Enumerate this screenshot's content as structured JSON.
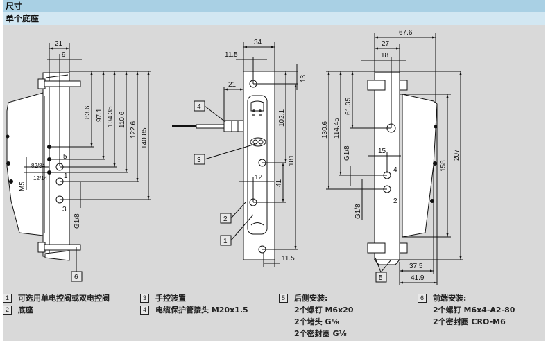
{
  "header": {
    "title": "尺寸",
    "subtitle": "单个底座"
  },
  "colors": {
    "header_primary": "#a9d0e4",
    "header_secondary": "#d2e7f2",
    "panel_background": "#d9d9d9",
    "line": "#111111",
    "part_fill": "#ffffff"
  },
  "views": {
    "side_left": {
      "dims_horizontal": [
        "21",
        "9"
      ],
      "dims_vertical": [
        "83.6",
        "97.1",
        "104.35",
        "110.6",
        "122.6",
        "140.85"
      ],
      "port_labels": [
        "5",
        "82/84",
        "12/14",
        "1",
        "3"
      ],
      "thread_labels": [
        "M5",
        "G1/8"
      ],
      "callout": "6"
    },
    "front": {
      "dims_horizontal": [
        "34",
        "11.5",
        "21",
        "12",
        "11.5"
      ],
      "dims_vertical": [
        "13",
        "102.1",
        "181",
        "41"
      ],
      "callouts": [
        "4",
        "3",
        "2",
        "1"
      ]
    },
    "side_right": {
      "dims_horizontal": [
        "67.6",
        "27",
        "18",
        "15",
        "37.5",
        "41.9"
      ],
      "dims_vertical": [
        "130.6",
        "114.45",
        "61.35",
        "158",
        "207"
      ],
      "port_labels": [
        "4",
        "2"
      ],
      "thread_labels": [
        "G1/8",
        "G1/8"
      ],
      "callout": "5"
    }
  },
  "legend": [
    {
      "num": "1",
      "title": "可选用单电控阀或双电控阀",
      "lines": []
    },
    {
      "num": "2",
      "title": "底座",
      "lines": []
    },
    {
      "num": "3",
      "title": "手控装置",
      "lines": []
    },
    {
      "num": "4",
      "title": "电缆保护管接头 M20x1.5",
      "lines": []
    },
    {
      "num": "5",
      "title": "后侧安装:",
      "lines": [
        "2个螺钉 M6x20",
        "2个堵头 G⅛",
        "2个密封圈 G⅛"
      ]
    },
    {
      "num": "6",
      "title": "前端安装:",
      "lines": [
        "2个螺钉 M6x4-A2-80",
        "2个密封圈 CRO-M6"
      ]
    }
  ]
}
